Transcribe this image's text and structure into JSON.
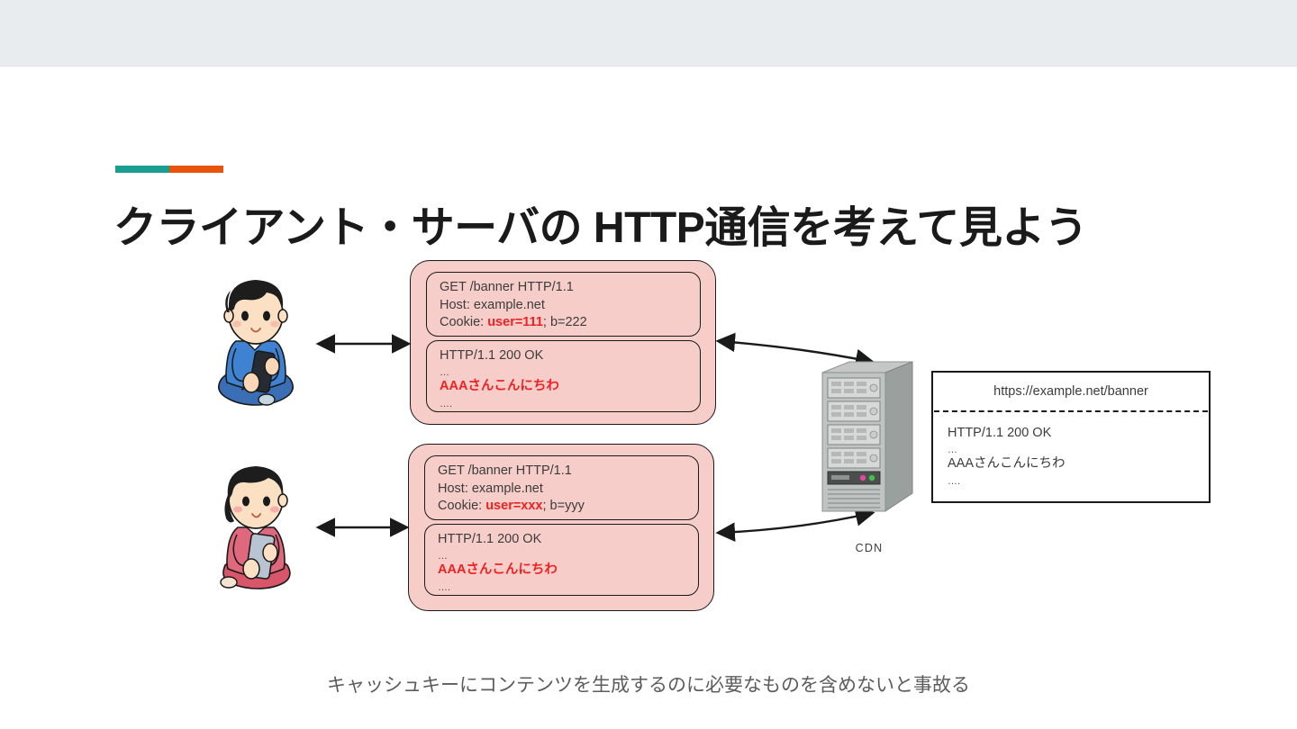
{
  "header": {
    "bar_color": "#e9ecee"
  },
  "accent": {
    "teal": "#1a9e8f",
    "orange": "#e8540c"
  },
  "slide": {
    "title": "クライアント・サーバの HTTP通信を考えて見よう",
    "caption": "キャッシュキーにコンテンツを生成するのに必要なものを含めないと事故る"
  },
  "clients": [
    {
      "name": "client-boy",
      "request": {
        "line1": "GET /banner HTTP/1.1",
        "line2": "Host: example.net",
        "cookie_prefix": "Cookie: ",
        "cookie_highlight": "user=111",
        "cookie_suffix": "; b=222"
      },
      "response": {
        "status": "HTTP/1.1 200 OK",
        "dots_top": "…",
        "body": "AAAさんこんにちわ",
        "dots_bottom": "…."
      }
    },
    {
      "name": "client-girl",
      "request": {
        "line1": "GET /banner HTTP/1.1",
        "line2": "Host: example.net",
        "cookie_prefix": "Cookie: ",
        "cookie_highlight": "user=xxx",
        "cookie_suffix": "; b=yyy"
      },
      "response": {
        "status": "HTTP/1.1 200 OK",
        "dots_top": "…",
        "body": "AAAさんこんにちわ",
        "dots_bottom": "…."
      }
    }
  ],
  "server": {
    "label": "CDN"
  },
  "cache": {
    "url": "https://example.net/banner",
    "status": "HTTP/1.1 200 OK",
    "dots_top": "…",
    "body": "AAAさんこんにちわ",
    "dots_bottom": "…."
  },
  "colors": {
    "highlight_red": "#ee2222",
    "box_pink": "#f7cdc9",
    "outline": "#1a1a1a"
  }
}
